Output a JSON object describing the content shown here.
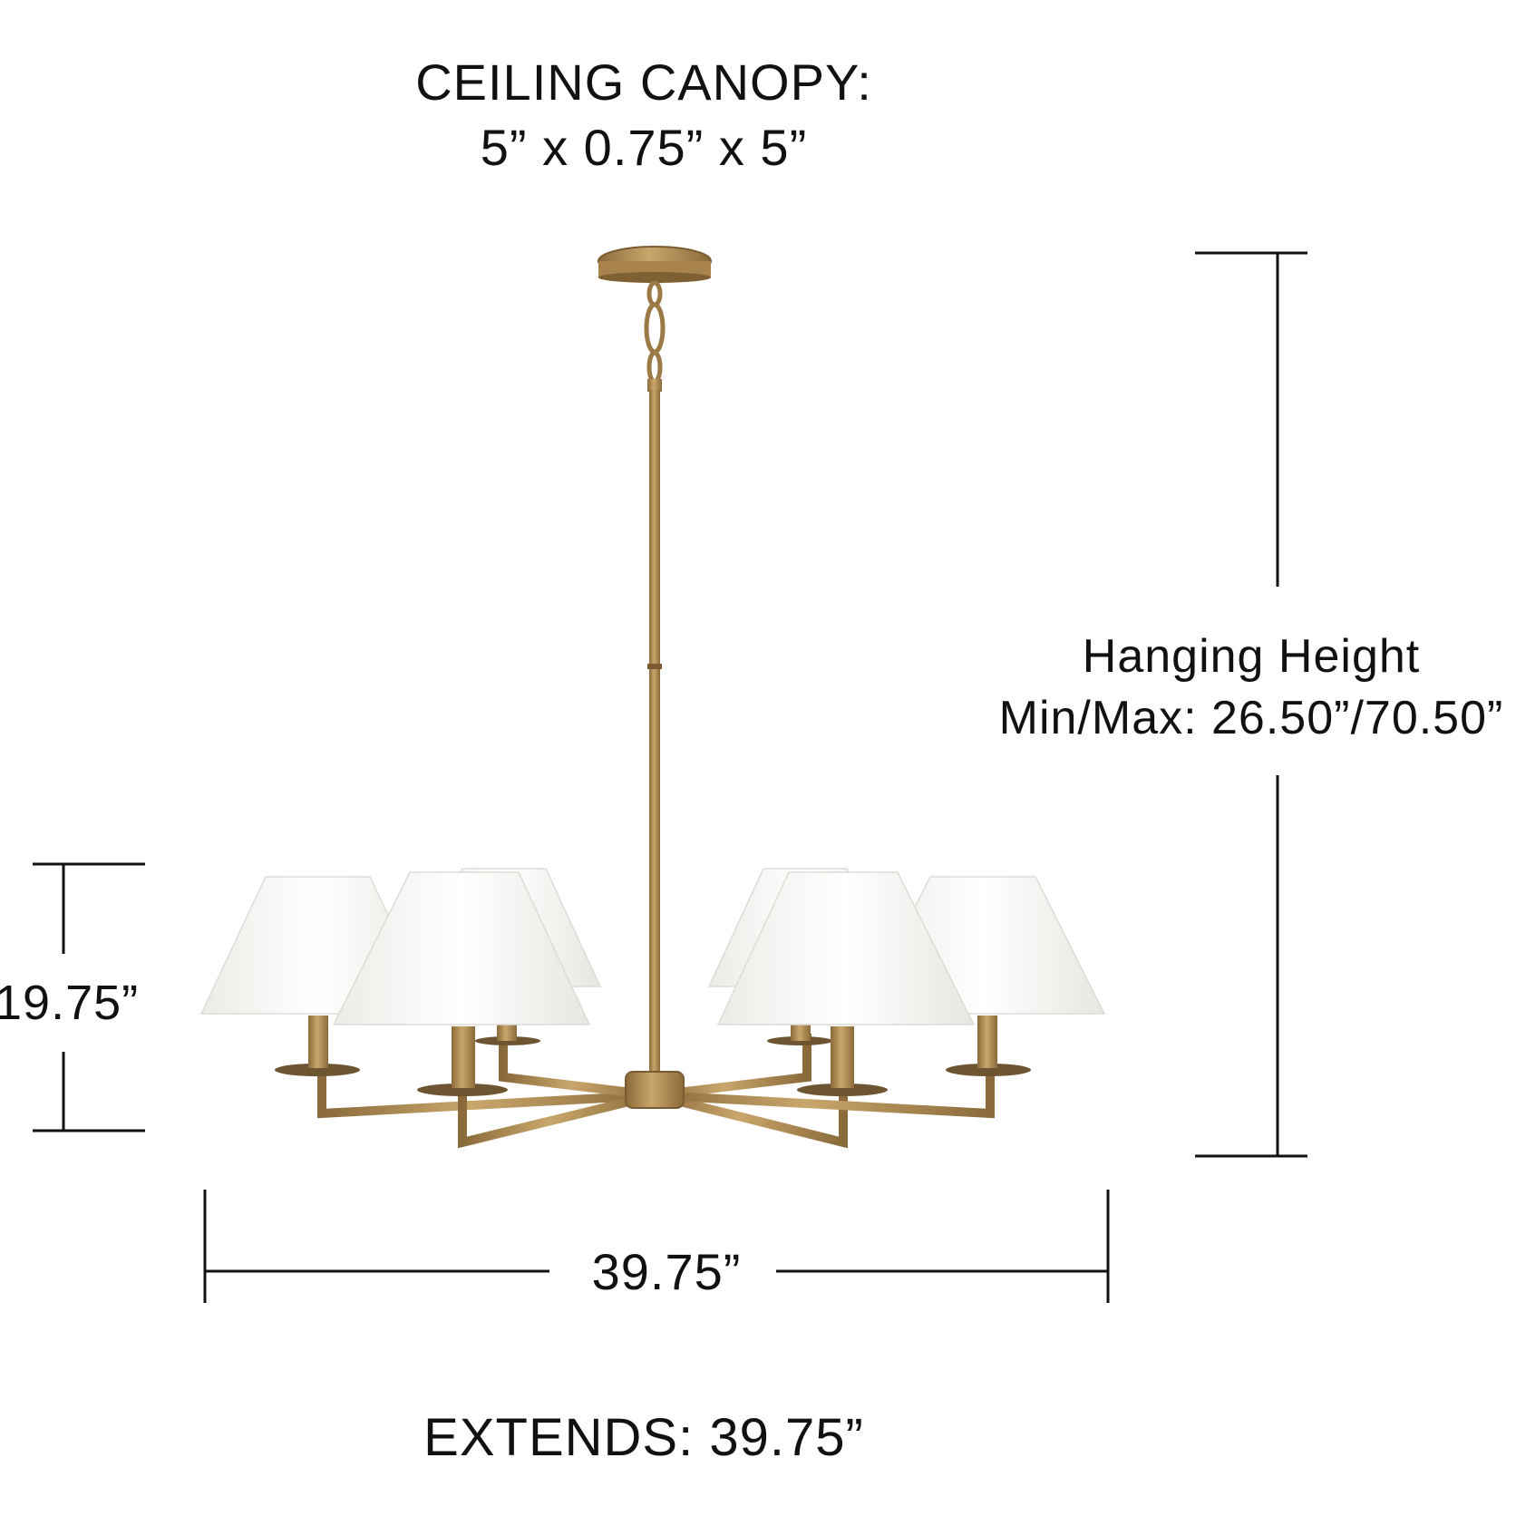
{
  "canopy": {
    "title": "CEILING CANOPY:",
    "dimensions": "5” x 0.75” x 5”"
  },
  "hanging_height": {
    "title": "Hanging Height",
    "range": "Min/Max: 26.50”/70.50”"
  },
  "fixture_height": "19.75”",
  "fixture_width": "39.75”",
  "extends": "EXTENDS: 39.75”",
  "colors": {
    "brass": "#b08d57",
    "brass_dark": "#8a6a3a",
    "shade": "#f7f6f3",
    "line": "#111111"
  }
}
